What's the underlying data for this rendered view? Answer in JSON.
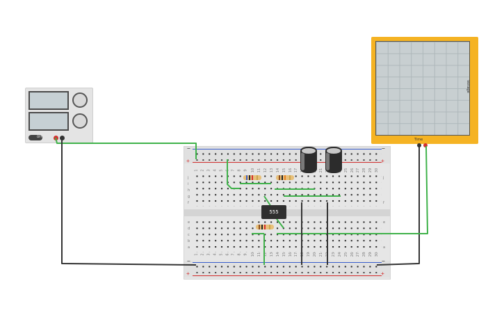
{
  "power_supply": {
    "switch_label": "OFF",
    "terminal_colors": {
      "positive": "#d32f2f",
      "negative": "#333333"
    }
  },
  "oscilloscope": {
    "x_label": "Time",
    "y_label": "Voltage",
    "frame_color": "#f5b323"
  },
  "breadboard": {
    "plus_label": "+",
    "minus_label": "−",
    "columns_top": [
      "1",
      "2",
      "3",
      "4",
      "5",
      "6",
      "7",
      "8",
      "9",
      "10",
      "11",
      "12",
      "13",
      "14",
      "15",
      "16",
      "17",
      "18",
      "19",
      "20",
      "21",
      "22",
      "23",
      "24",
      "25",
      "26",
      "27",
      "28",
      "29",
      "30"
    ],
    "rows_upper": [
      "j",
      "i",
      "h",
      "g",
      "f"
    ],
    "rows_lower": [
      "e",
      "d",
      "c",
      "b",
      "a"
    ]
  },
  "ic": {
    "label": "555"
  },
  "colors": {
    "wire_green": "#3fb24a",
    "wire_black": "#333333",
    "rail_red": "#d32f2f",
    "rail_blue": "#3a5fcd"
  }
}
